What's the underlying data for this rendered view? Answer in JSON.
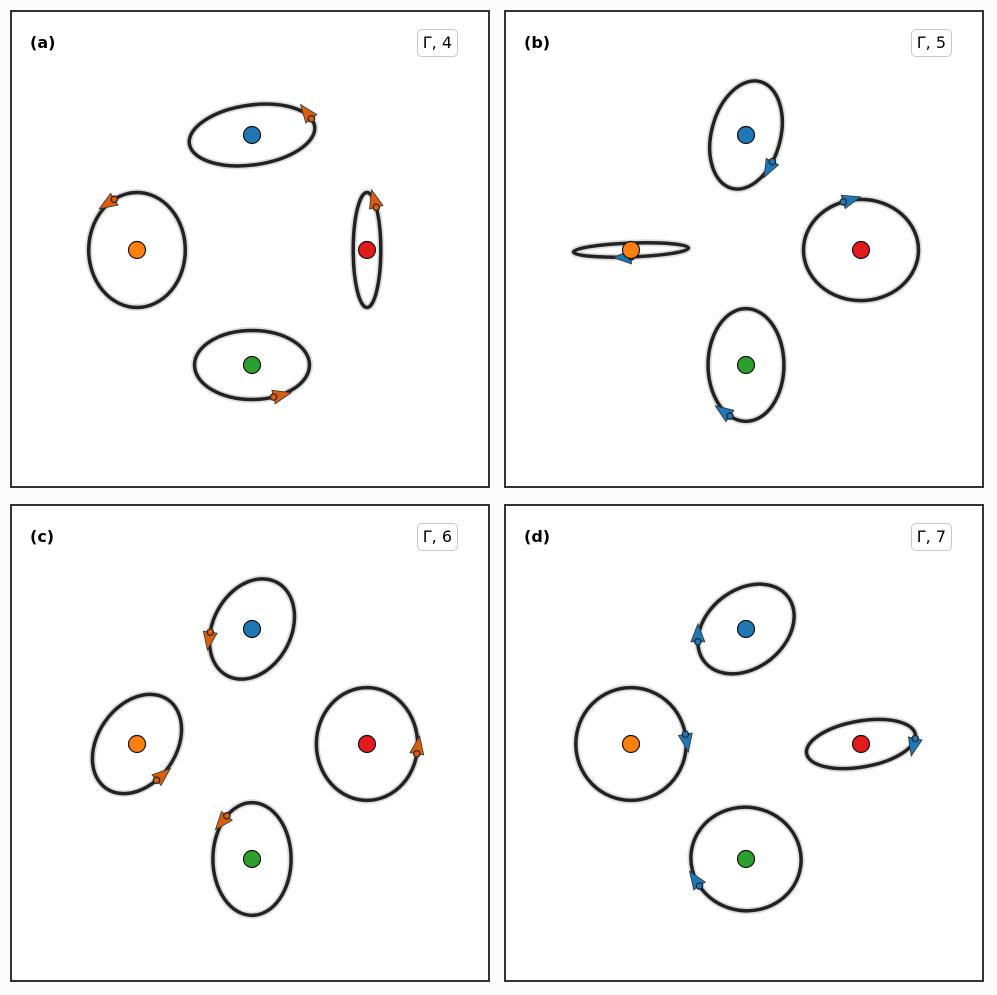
{
  "colors": {
    "blue": "#1f77b4",
    "orange": "#ff7f0e",
    "red": "#e31a1c",
    "green": "#2ca02c",
    "arrow_orange": "#d95f0e",
    "arrow_blue": "#1f77b4",
    "ellipse": "#222222"
  },
  "panels": [
    {
      "label": "(a)",
      "mode": "Γ, 4",
      "arrow_color": "arrow_orange",
      "orbits": [
        {
          "site": "blue",
          "cx": 0,
          "cy": 1,
          "rx": 0.55,
          "ry": 0.26,
          "angle": -8,
          "marker_t": 15,
          "dir": 1
        },
        {
          "site": "orange",
          "cx": -1,
          "cy": 0,
          "rx": 0.42,
          "ry": 0.5,
          "angle": 0,
          "marker_t": 118,
          "dir": 1
        },
        {
          "site": "red",
          "cx": 1,
          "cy": 0,
          "rx": 0.12,
          "ry": 0.5,
          "angle": 0,
          "marker_t": 48,
          "dir": 1
        },
        {
          "site": "green",
          "cx": 0,
          "cy": -1,
          "rx": 0.5,
          "ry": 0.3,
          "angle": 0,
          "marker_t": 292,
          "dir": 1
        }
      ]
    },
    {
      "label": "(b)",
      "mode": "Γ, 5",
      "arrow_color": "arrow_blue",
      "orbits": [
        {
          "site": "blue",
          "cx": 0,
          "cy": 1,
          "rx": 0.3,
          "ry": 0.48,
          "angle": 15,
          "marker_t": -20,
          "dir": -1
        },
        {
          "site": "orange",
          "cx": -1,
          "cy": 0,
          "rx": 0.5,
          "ry": 0.06,
          "angle": -2,
          "marker_t": -90,
          "dir": -1
        },
        {
          "site": "red",
          "cx": 1,
          "cy": 0,
          "rx": 0.5,
          "ry": 0.44,
          "angle": 0,
          "marker_t": 108,
          "dir": -1
        },
        {
          "site": "green",
          "cx": 0,
          "cy": -1,
          "rx": 0.33,
          "ry": 0.49,
          "angle": 0,
          "marker_t": 245,
          "dir": -1
        }
      ]
    },
    {
      "label": "(c)",
      "mode": "Γ, 6",
      "arrow_color": "arrow_orange",
      "orbits": [
        {
          "site": "blue",
          "cx": 0,
          "cy": 1,
          "rx": 0.34,
          "ry": 0.46,
          "angle": 28,
          "marker_t": 205,
          "dir": 1
        },
        {
          "site": "orange",
          "cx": -1,
          "cy": 0,
          "rx": 0.34,
          "ry": 0.47,
          "angle": 35,
          "marker_t": 340,
          "dir": 1
        },
        {
          "site": "red",
          "cx": 1,
          "cy": 0,
          "rx": 0.44,
          "ry": 0.49,
          "angle": 0,
          "marker_t": -10,
          "dir": 1
        },
        {
          "site": "green",
          "cx": 0,
          "cy": -1,
          "rx": 0.34,
          "ry": 0.49,
          "angle": 0,
          "marker_t": 130,
          "dir": 1
        }
      ]
    },
    {
      "label": "(d)",
      "mode": "Γ, 7",
      "arrow_color": "arrow_blue",
      "orbits": [
        {
          "site": "blue",
          "cx": 0,
          "cy": 1,
          "rx": 0.46,
          "ry": 0.34,
          "angle": -38,
          "marker_t": 150,
          "dir": -1
        },
        {
          "site": "orange",
          "cx": -1,
          "cy": 0,
          "rx": 0.48,
          "ry": 0.49,
          "angle": 0,
          "marker_t": 10,
          "dir": -1
        },
        {
          "site": "red",
          "cx": 1,
          "cy": 0,
          "rx": 0.48,
          "ry": 0.2,
          "angle": -10,
          "marker_t": -10,
          "dir": -1
        },
        {
          "site": "green",
          "cx": 0,
          "cy": -1,
          "rx": 0.48,
          "ry": 0.45,
          "angle": 8,
          "marker_t": 220,
          "dir": -1
        }
      ]
    }
  ]
}
